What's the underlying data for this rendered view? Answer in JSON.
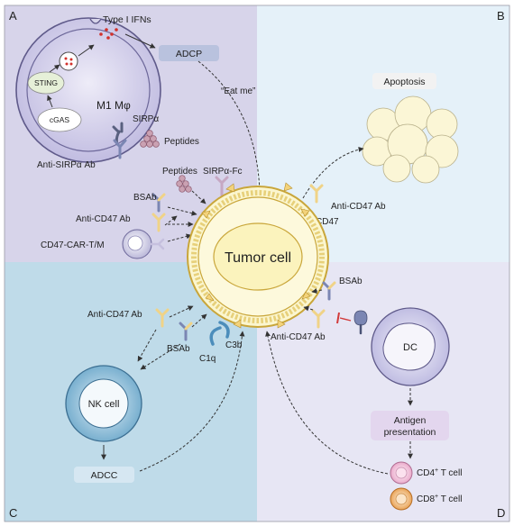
{
  "panels": {
    "a": "A",
    "b": "B",
    "c": "C",
    "d": "D"
  },
  "labels": {
    "type1_ifns": "Type I IFNs",
    "adcp": "ADCP",
    "eat_me": "“Eat me”",
    "sting": "STING",
    "cgas": "cGAS",
    "m1_macrophage": "M1 Mφ",
    "sirpa": "SIRPα",
    "peptides_a": "Peptides",
    "anti_sirpa_ab": "Anti-SIRPα Ab",
    "peptides_center": "Peptides",
    "sirpa_fc": "SIRPα-Fc",
    "bsab_left": "BSAb",
    "anti_cd47_ab_left": "Anti-CD47 Ab",
    "car": "CD47-CAR-T/M",
    "apoptosis": "Apoptosis",
    "anti_cd47_ab_b": "Anti-CD47 Ab",
    "cd47": "CD47",
    "tumor_cell": "Tumor cell",
    "anti_cd47_ab_c": "Anti-CD47 Ab",
    "bsab_c": "BSAb",
    "c1q": "C1q",
    "c3b": "C3b",
    "nk_cell": "NK cell",
    "adcc": "ADCC",
    "bsab_d": "BSAb",
    "anti_cd47_ab_d": "Anti-CD47 Ab",
    "dc": "DC",
    "antigen_presentation_1": "Antigen",
    "antigen_presentation_2": "presentation",
    "cd4": "CD4",
    "cd8": "CD8",
    "tcell_sup": "+",
    "tcell_suffix": " T cell"
  },
  "colors": {
    "panel_a": "#d7d4ea",
    "panel_b": "#e5f1f9",
    "panel_c": "#bfdbe9",
    "panel_d": "#e7e6f4",
    "tumor_fill": "#fbf6cf",
    "tumor_ring": "#c9a63a",
    "cd47_marker": "#f3d37b",
    "macrophage": "#c8c4e4",
    "nk_cell": "#7fb6d4",
    "dc": "#c9c7e6",
    "antibody_yellow": "#f0d387",
    "antibody_blue": "#7b86b3",
    "sirpa_fc": "#c6a8c3",
    "peptides": "#b57a8f",
    "ifn_dots": "#d2312b",
    "complement": "#4c8dbb",
    "inhibit": "#d23a3a"
  }
}
